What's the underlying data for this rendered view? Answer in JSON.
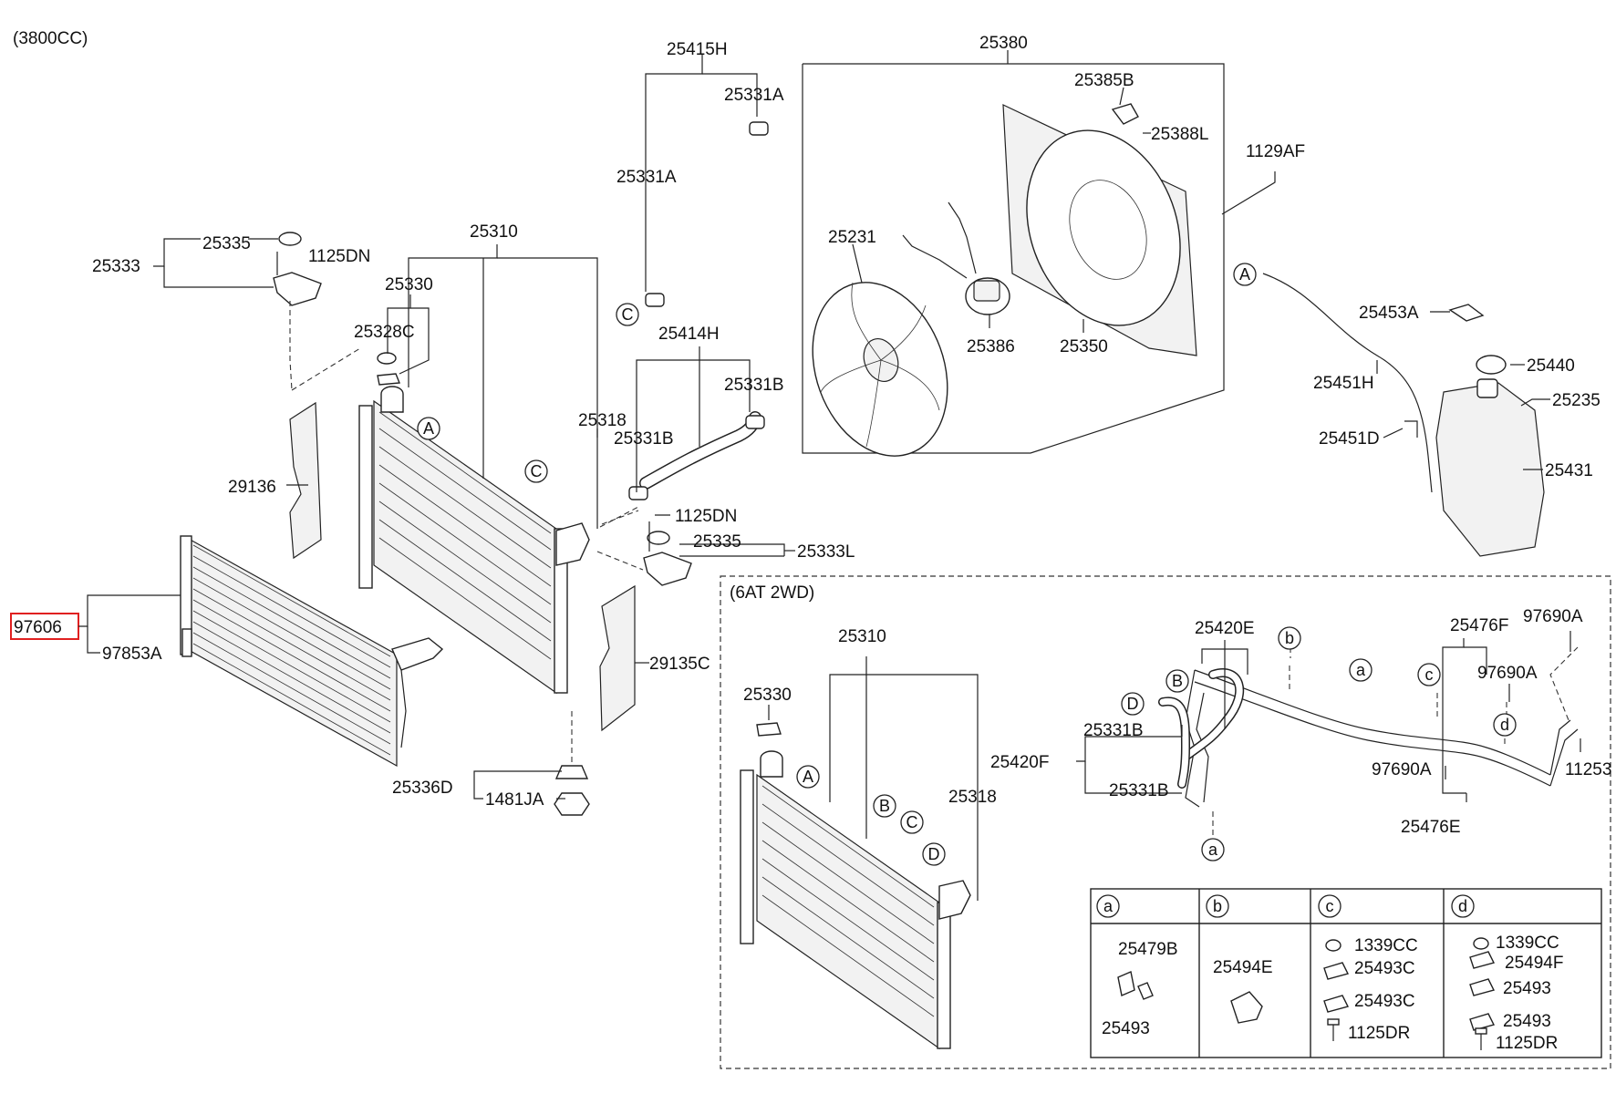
{
  "variant_engine": "(3800CC)",
  "variant_trans": "(6AT 2WD)",
  "highlight_color": "#e02020",
  "labels": {
    "p25415H": "25415H",
    "p25331A_1": "25331A",
    "p25331A_2": "25331A",
    "p25380": "25380",
    "p25385B": "25385B",
    "p25388L": "25388L",
    "p1129AF": "1129AF",
    "p25231": "25231",
    "p25386": "25386",
    "p25350": "25350",
    "p25335_top": "25335",
    "p1125DN_top": "1125DN",
    "p25333": "25333",
    "p25310": "25310",
    "p25330": "25330",
    "p25328C": "25328C",
    "p25414H": "25414H",
    "p25331B_1": "25331B",
    "p25331B_2": "25331B",
    "p25318": "25318",
    "p29136": "29136",
    "p1125DN_mid": "1125DN",
    "p25335_mid": "25335",
    "p25333L": "25333L",
    "p97606": "97606",
    "p97853A": "97853A",
    "p29135C": "29135C",
    "p25336D": "25336D",
    "p1481JA": "1481JA",
    "p25453A": "25453A",
    "p25440": "25440",
    "p25451H": "25451H",
    "p25235": "25235",
    "p25451D": "25451D",
    "p25431": "25431",
    "s25310": "25310",
    "s25330": "25330",
    "s25318": "25318",
    "p25420E": "25420E",
    "p25420F": "25420F",
    "p25331B_3": "25331B",
    "p25331B_4": "25331B",
    "p25476F": "25476F",
    "p97690A_1": "97690A",
    "p97690A_2": "97690A",
    "p97690A_3": "97690A",
    "p25476E": "25476E",
    "p11253": "11253"
  },
  "callouts": {
    "A": "A",
    "B": "B",
    "C": "C",
    "D": "D",
    "a": "a",
    "b": "b",
    "c": "c",
    "d": "d"
  },
  "table": {
    "headers": [
      "a",
      "b",
      "c",
      "d"
    ],
    "col_a": [
      "25479B",
      "25493"
    ],
    "col_b": [
      "25494E"
    ],
    "col_c": [
      "1339CC",
      "25493C",
      "25493C",
      "1125DR"
    ],
    "col_d": [
      "1339CC",
      "25494F",
      "25493",
      "25493",
      "1125DR"
    ]
  }
}
